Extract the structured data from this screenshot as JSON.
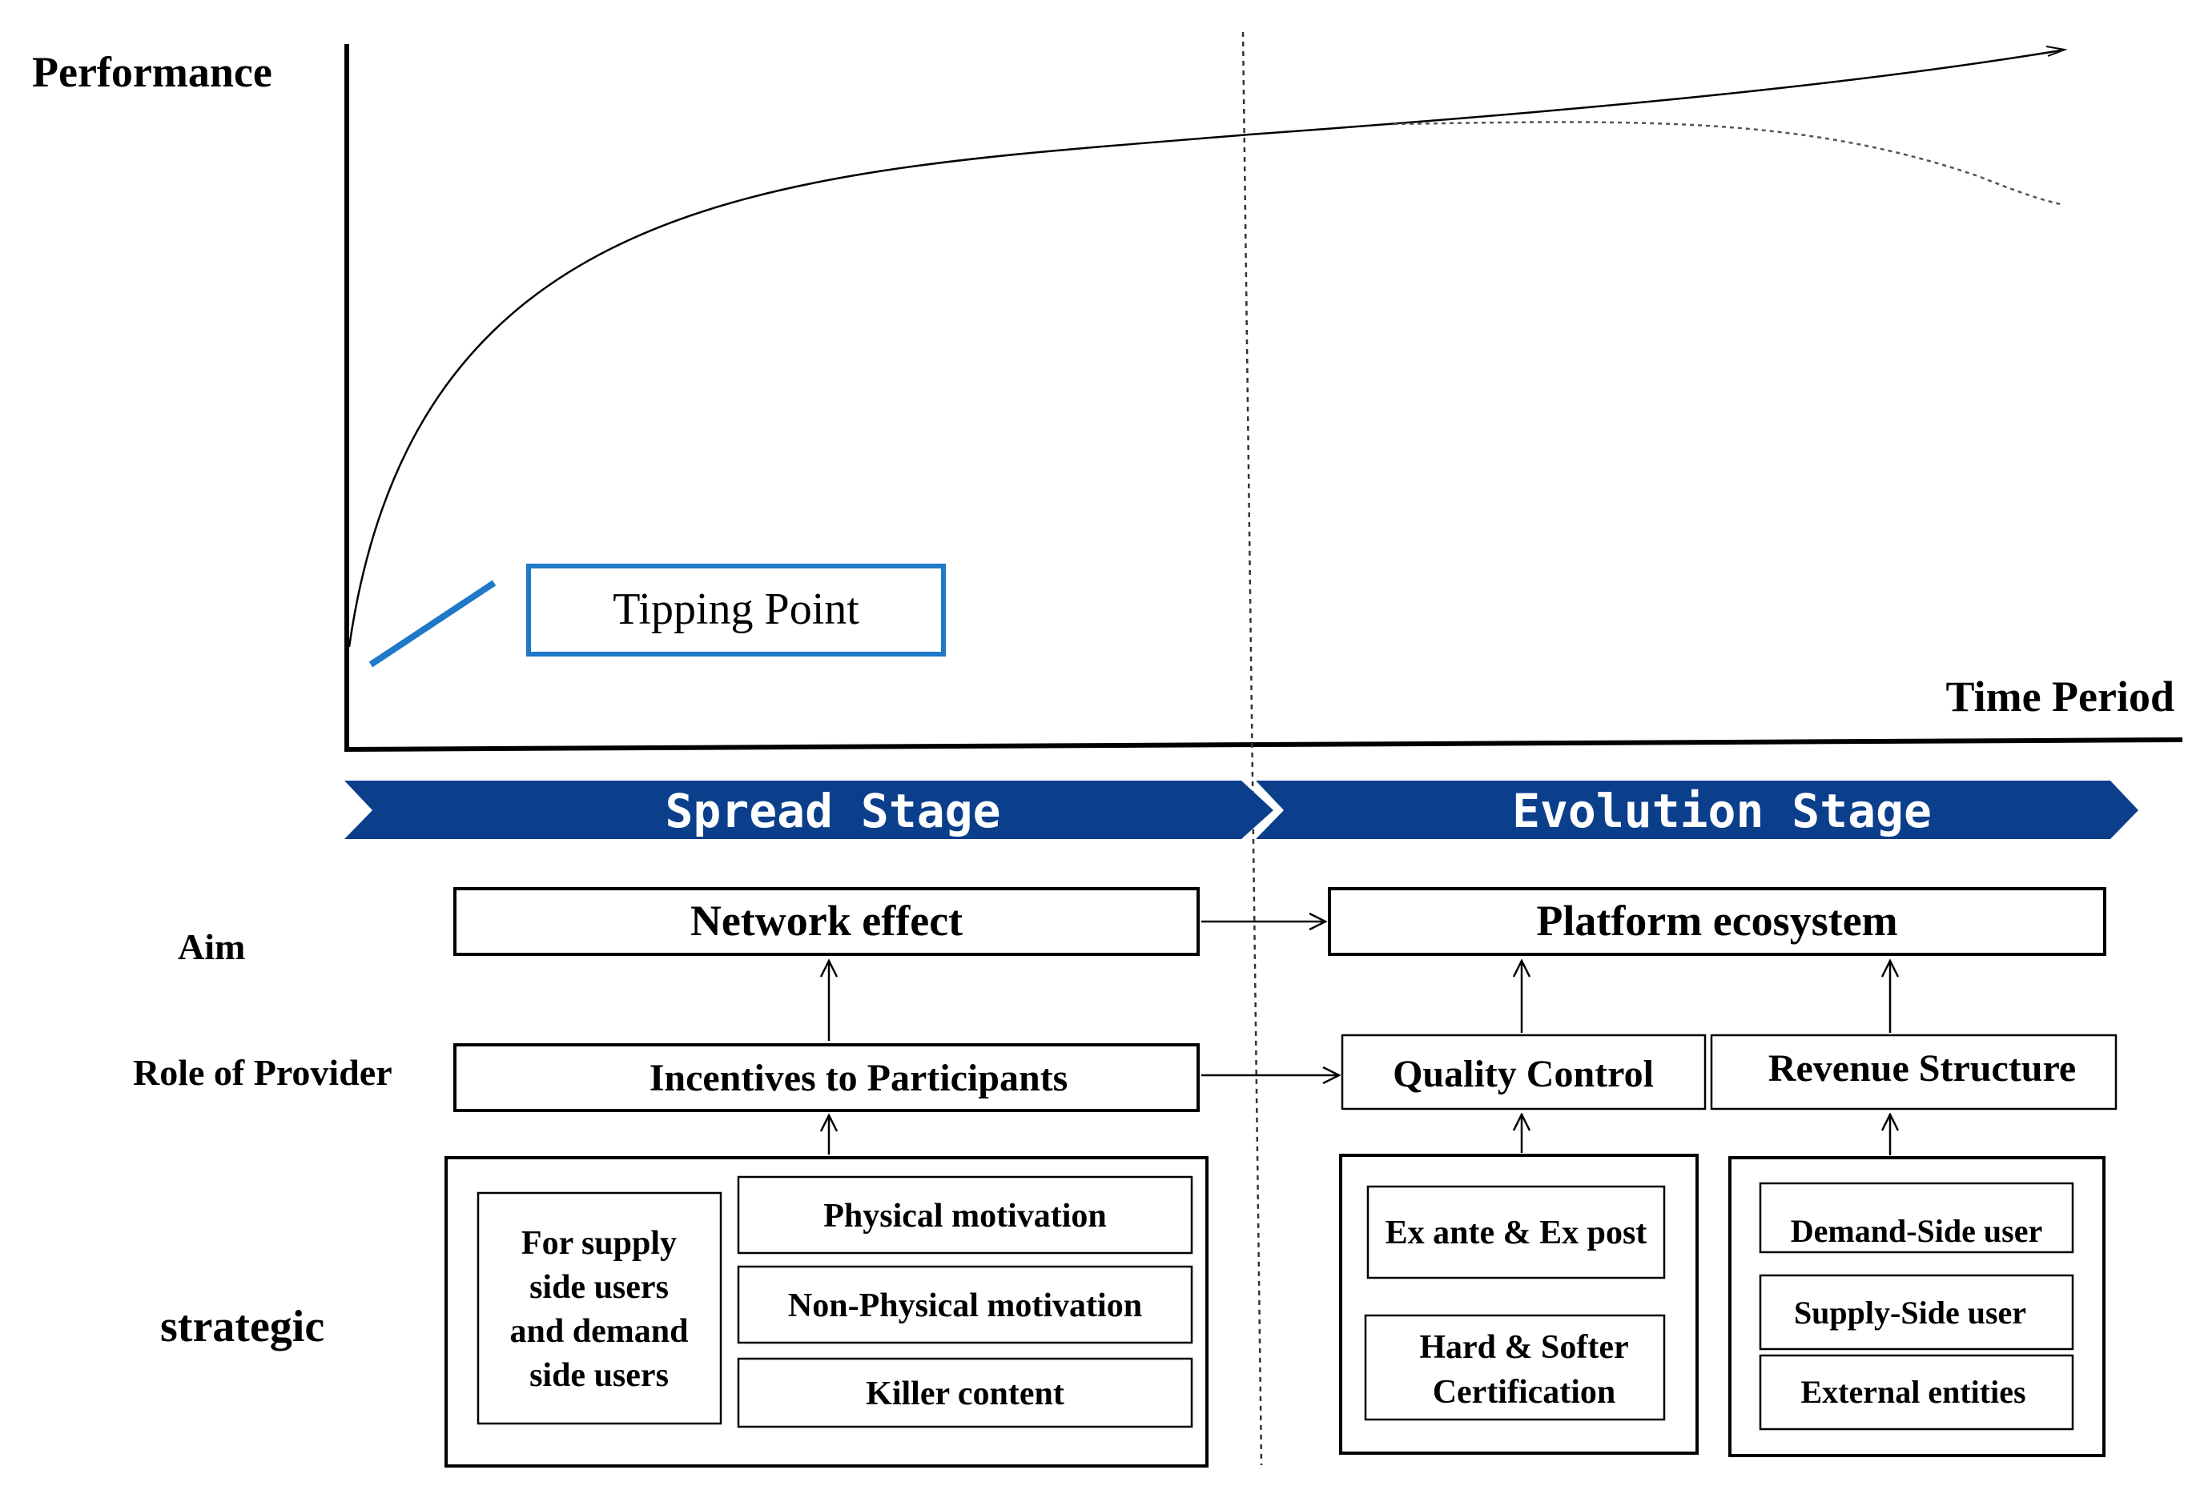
{
  "graph": {
    "y_axis_label": "Performance",
    "x_axis_label": "Time Period",
    "tipping_label": "Tipping Point"
  },
  "stages": {
    "spread": "Spread Stage",
    "evolution": "Evolution Stage"
  },
  "rows": {
    "aim": "Aim",
    "role": "Role of Provider",
    "strategic": "strategic"
  },
  "spread": {
    "aim": "Network effect",
    "role": "Incentives to Participants",
    "users_lines": [
      "For supply",
      "side users",
      "and demand",
      "side users"
    ],
    "items": [
      "Physical motivation",
      "Non-Physical motivation",
      "Killer content"
    ]
  },
  "evolution": {
    "aim": "Platform ecosystem",
    "quality": "Quality Control",
    "revenue": "Revenue Structure",
    "quality_items": [
      "Ex ante & Ex post"
    ],
    "quality_cert_lines": [
      "Hard & Softer",
      "Certification"
    ],
    "revenue_items": [
      "Demand-Side user",
      "Supply-Side user",
      "External entities"
    ]
  },
  "colors": {
    "banner": "#0b3f8c",
    "tipping": "#1f78c8",
    "line": "#000000"
  }
}
